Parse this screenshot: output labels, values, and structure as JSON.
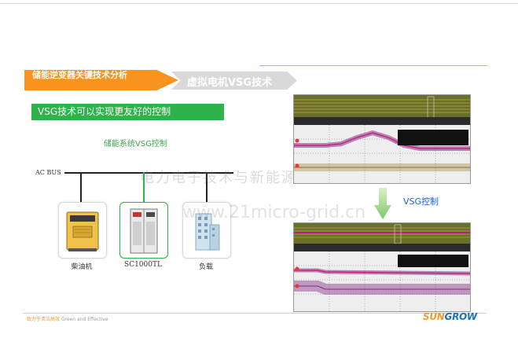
{
  "header": {
    "section_label": "储能逆变器关键技术分析",
    "topic_label": "虚拟电机VSG技术"
  },
  "banner": {
    "text": "VSG技术可以实现更友好的控制"
  },
  "diagram": {
    "title": "储能系统VSG控制",
    "bus_label": "AC BUS",
    "devices": [
      {
        "label": "柴油机"
      },
      {
        "label": "SC1000TL"
      },
      {
        "label": "负载"
      }
    ]
  },
  "watermark": {
    "line1": "电力电子技术与新能源",
    "line2": "www.21micro-grid.cn"
  },
  "arrow_label": "VSG控制",
  "footer": {
    "slogan_cn": "致力于清洁高效",
    "slogan_en": "Green and Effective"
  },
  "logo": {
    "part1": "SUN",
    "part2": "GROW"
  },
  "colors": {
    "orange": "#f7931e",
    "green": "#2eb34a",
    "blue": "#1d73b9"
  }
}
